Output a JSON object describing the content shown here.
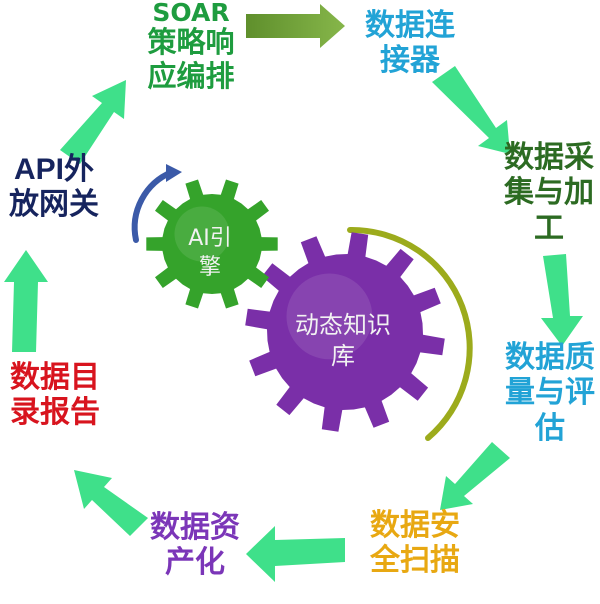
{
  "cycle_nodes": [
    {
      "line1": "SOAR",
      "line2": "策略响",
      "line3": "应编排",
      "color": "#1e9c3f"
    },
    {
      "line1": "数据连",
      "line2": "接器",
      "color": "#22a3d6"
    },
    {
      "line1": "数据采",
      "line2": "集与加",
      "line3": "工",
      "color": "#2c6b22"
    },
    {
      "line1": "数据质",
      "line2": "量与评",
      "line3": "估",
      "color": "#22a3d6"
    },
    {
      "line1": "数据安",
      "line2": "全扫描",
      "color": "#e8a812"
    },
    {
      "line1": "数据资",
      "line2": "产化",
      "color": "#7b36b8"
    },
    {
      "line1": "数据目",
      "line2": "录报告",
      "color": "#d8141e"
    },
    {
      "line1": "API外",
      "line2": "放网关",
      "color": "#16245e"
    }
  ],
  "gears": {
    "ai_engine": {
      "line1": "AI引",
      "line2": "擎",
      "color": "#35a32b"
    },
    "knowledge_base": {
      "line1": "动态知识",
      "line2": "库",
      "color": "#7a2fa8"
    }
  },
  "colors": {
    "arrow": "#3fe08a",
    "arrow_soar": "#6a9a34",
    "ai_arc": "#3b5aa8",
    "kb_arc": "#9cab1c"
  }
}
